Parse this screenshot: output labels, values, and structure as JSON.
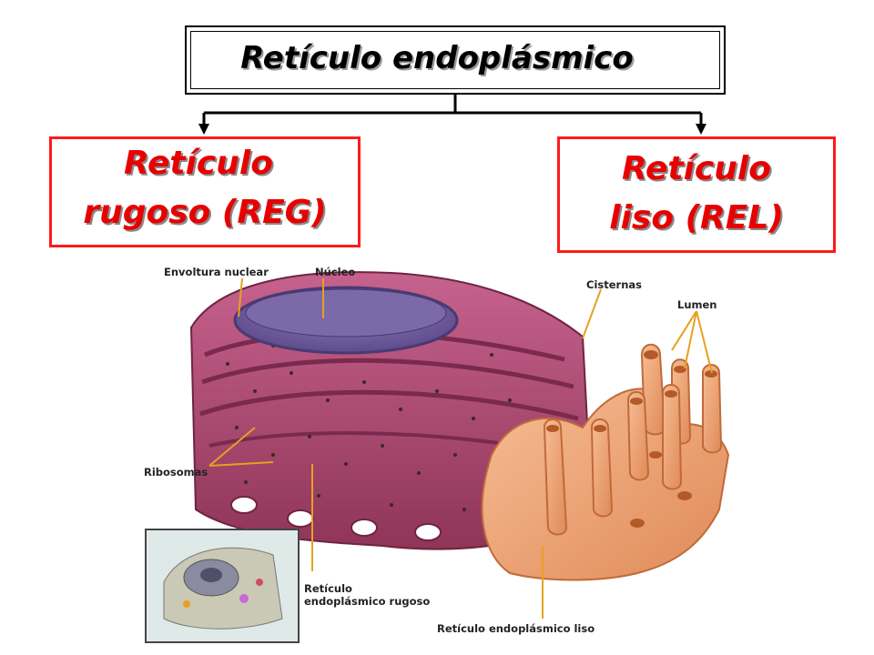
{
  "title": "Retículo endoplásmico",
  "branches": {
    "left": {
      "line1": "Retículo",
      "line2": "rugoso (REG)"
    },
    "right": {
      "line1": "Retículo",
      "line2": "liso (REL)"
    }
  },
  "labels": {
    "nuclear_envelope": "Envoltura nuclear",
    "nucleus": "Núcleo",
    "cisterns": "Cisternas",
    "lumen": "Lumen",
    "ribosomes": "Ribosomas",
    "rer_line1": "Retículo",
    "rer_line2": "endoplásmico rugoso",
    "ser": "Retículo endoplásmico liso"
  },
  "colors": {
    "rough_er": "#b24e78",
    "smooth_er": "#f0a87a",
    "branch_border": "#ff1a1a",
    "branch_text": "#e80000",
    "arrow": "#e8a020"
  }
}
